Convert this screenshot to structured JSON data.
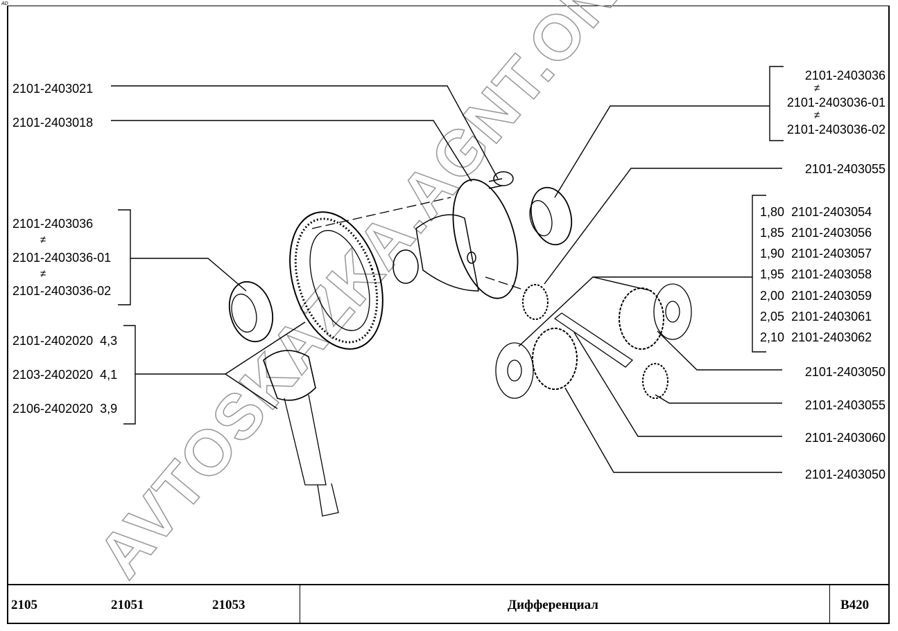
{
  "corner_mark": "AD",
  "watermark": "AVTOSKAZKA.AGNT.ONLINE",
  "left_labels": {
    "bolt": "2101-2403021",
    "case": "2101-2403018",
    "bearing_group": [
      "2101-2403036",
      "2101-2403036-01",
      "2101-2403036-02"
    ],
    "gear_set": [
      {
        "part": "2101-2402020",
        "ratio": "4,3"
      },
      {
        "part": "2103-2402020",
        "ratio": "4,1"
      },
      {
        "part": "2106-2402020",
        "ratio": "3,9"
      }
    ]
  },
  "right_labels": {
    "bearing_group": [
      "2101-2403036",
      "2101-2403036-01",
      "2101-2403036-02"
    ],
    "satellite_top": "2101-2403055",
    "shims": [
      {
        "thickness": "1,80",
        "part": "2101-2403054"
      },
      {
        "thickness": "1,85",
        "part": "2101-2403056"
      },
      {
        "thickness": "1,90",
        "part": "2101-2403057"
      },
      {
        "thickness": "1,95",
        "part": "2101-2403058"
      },
      {
        "thickness": "2,00",
        "part": "2101-2403059"
      },
      {
        "thickness": "2,05",
        "part": "2101-2403061"
      },
      {
        "thickness": "2,10",
        "part": "2101-2403062"
      }
    ],
    "side_gear_top": "2101-2403050",
    "satellite_bottom": "2101-2403055",
    "axle": "2101-2403060",
    "side_gear_bottom": "2101-2403050"
  },
  "not_equal_symbol": "≠",
  "title_block": {
    "models": [
      "2105",
      "21051",
      "21053"
    ],
    "title": "Дифференциал",
    "code": "B420"
  }
}
